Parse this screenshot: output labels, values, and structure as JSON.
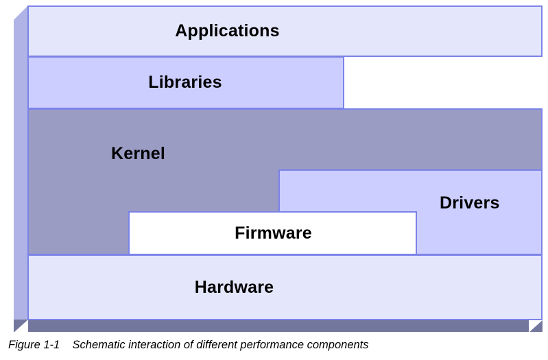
{
  "figure": {
    "caption_number": "Figure 1-1",
    "caption_gap": "    ",
    "caption_text": "Schematic interaction of different performance components"
  },
  "diagram": {
    "type": "layered-stack-3d",
    "layers": [
      {
        "id": "applications",
        "label": "Applications",
        "fill": "#e4e6fb",
        "border": "#7b82e8"
      },
      {
        "id": "libraries",
        "label": "Libraries",
        "fill": "#ccceff",
        "border": "#7b82e8"
      },
      {
        "id": "kernel",
        "label": "Kernel",
        "fill": "#9b9cc4",
        "border": "#7b82e8"
      },
      {
        "id": "drivers",
        "label": "Drivers",
        "fill": "#ccceff",
        "border": "#7b82e8"
      },
      {
        "id": "firmware",
        "label": "Firmware",
        "fill": "#ffffff",
        "border": "#7b82e8"
      },
      {
        "id": "hardware",
        "label": "Hardware",
        "fill": "#e4e6fb",
        "border": "#7b82e8"
      }
    ],
    "extrusion": {
      "left_face_color": "#b0b3e6",
      "bottom_face_color": "#73779d"
    }
  }
}
